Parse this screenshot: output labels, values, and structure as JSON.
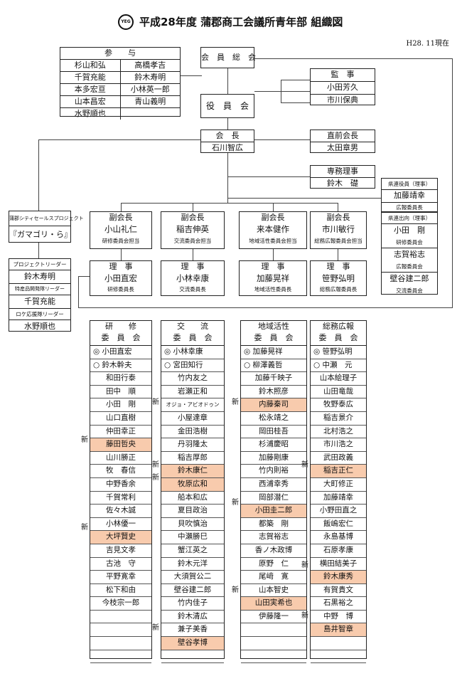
{
  "title": "平成28年度 蒲郡商工会議所青年部 組織図",
  "logo_text": "YEG",
  "as_of": "H28. 11現在",
  "advisors": {
    "header": "参　　与",
    "left": [
      "杉山和弘",
      "千賀充能",
      "本多宏亘",
      "山本昌宏",
      "水野順也"
    ],
    "right": [
      "高橋孝吉",
      "鈴木寿明",
      "小林英一郎",
      "青山義明",
      ""
    ]
  },
  "general_assembly": "会　員　総　会",
  "auditor": {
    "title": "監　事",
    "names": [
      "小田芳久",
      "市川保典"
    ]
  },
  "board": "役　員　会",
  "president": {
    "title": "会　長",
    "name": "石川智広"
  },
  "past_president": {
    "title": "直前会長",
    "name": "太田章男"
  },
  "managing_director": {
    "title": "専務理事",
    "name": "鈴木　礎"
  },
  "prefecture": {
    "officer_header": "県連役員（理事）",
    "officer_name": "加藤靖幸",
    "officer_role": "広報委員長",
    "dispatch_header": "県連出向（理事）",
    "dispatch": [
      {
        "name": "小田　剛",
        "role": "研修委員会"
      },
      {
        "name": "志賀裕志",
        "role": "広報委員会"
      },
      {
        "name": "壁谷建二郎",
        "role": "交流委員会"
      }
    ]
  },
  "city_sales": {
    "header": "蒲郡シティセールスプロジェクト",
    "name": "『ガマゴリ・ら』"
  },
  "project_leaders": [
    {
      "label": "プロジェクトリーダー",
      "name": "鈴木寿明"
    },
    {
      "label": "特産品開発隊リーダー",
      "name": "千賀充能"
    },
    {
      "label": "ロケ応援隊リーダー",
      "name": "水野順也"
    }
  ],
  "vice_presidents": [
    {
      "title": "副会長",
      "name": "小山礼仁",
      "role": "研修委員会担当"
    },
    {
      "title": "副会長",
      "name": "稲吉伸英",
      "role": "交流委員会担当"
    },
    {
      "title": "副会長",
      "name": "来本健作",
      "role": "地域活性委員会担当"
    },
    {
      "title": "副会長",
      "name": "市川敏行",
      "role": "総務広報委員会担当"
    }
  ],
  "directors": [
    {
      "title": "理　事",
      "name": "小田直宏",
      "role": "研修委員長"
    },
    {
      "title": "理　事",
      "name": "小林幸康",
      "role": "交流委員長"
    },
    {
      "title": "理　事",
      "name": "加藤晃祥",
      "role": "地域活性委員長"
    },
    {
      "title": "理　事",
      "name": "笹野弘明",
      "role": "総務広報委員長"
    }
  ],
  "committees": [
    {
      "name_line1": "研　　修",
      "name_line2": "委　員　会",
      "members": [
        "◎ 小田直宏",
        "○ 鈴木幹夫",
        "和田行泰",
        "田中　順",
        "小田　剛",
        "山口直樹",
        "仲田幸正",
        "藤田哲央",
        "山川勝正",
        "牧　春信",
        "中野香余",
        "千賀常利",
        "佐々木誠",
        "小林優一",
        "大坪賢史",
        "吉見文孝",
        "古池　守",
        "平野寛幸",
        "松下和由",
        "今枝宗一郎",
        "",
        "",
        "",
        "",
        ""
      ]
    },
    {
      "name_line1": "交　　流",
      "name_line2": "委　員　会",
      "members": [
        "◎ 小林幸康",
        "○ 宮田知行",
        "竹内友之",
        "岩瀬正和",
        "オジョ・アビオドゥン",
        "小屋達章",
        "金田浩樹",
        "丹羽隆太",
        "稲吉厚郎",
        "鈴木康仁",
        "牧原広和",
        "船本和広",
        "夏目政治",
        "貝吹慎治",
        "中瀬勝巳",
        "蟹江英之",
        "鈴木元洋",
        "大須賀公二",
        "壁谷建二郎",
        "竹内佳子",
        "鈴木清広",
        "兼子美香",
        "壁谷孝博",
        "",
        ""
      ]
    },
    {
      "name_line1": "地域活性",
      "name_line2": "委　員　会",
      "members": [
        "◎ 加藤晃祥",
        "○ 柳澤義哲",
        "加藤千映子",
        "鈴木照彦",
        "内藤秦司",
        "松永靖之",
        "岡田桂吾",
        "杉浦慶昭",
        "加藤剛康",
        "竹内則裕",
        "西浦幸秀",
        "岡部潜仁",
        "小田圭二郎",
        "都築　剛",
        "志賀裕志",
        "香ノ木政博",
        "原野　仁",
        "尾﨑　寛",
        "山本智史",
        "山田実希也",
        "伊藤隆一",
        "",
        "",
        "",
        ""
      ]
    },
    {
      "name_line1": "総務広報",
      "name_line2": "委　員　会",
      "members": [
        "◎ 笹野弘明",
        "○ 中瀬　元",
        "山本絵理子",
        "山田竜哉",
        "牧野泰広",
        "稲吉景介",
        "北村浩之",
        "市川浩之",
        "武田政義",
        "稲吉正仁",
        "大町修正",
        "加藤靖幸",
        "小野田直之",
        "飯嶋宏仁",
        "永島基博",
        "石原孝康",
        "横田結美子",
        "鈴木康秀",
        "有賀貴文",
        "石黒裕之",
        "中野　博",
        "島井智章",
        "",
        "",
        ""
      ]
    }
  ],
  "new_label": "新",
  "highlight_color": "#f8cbad"
}
